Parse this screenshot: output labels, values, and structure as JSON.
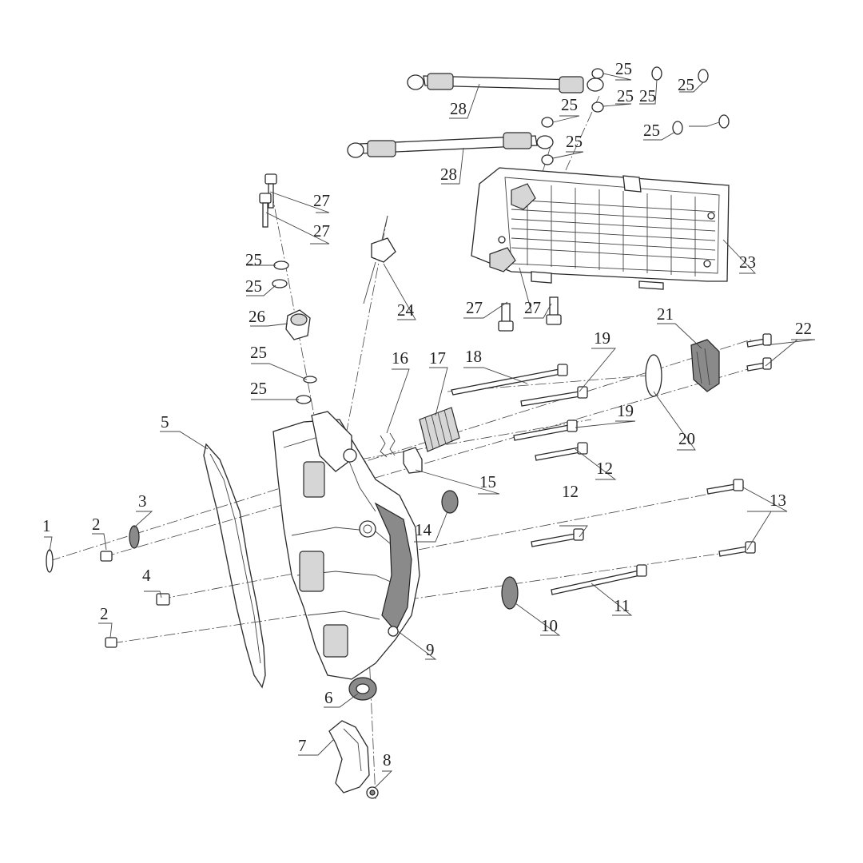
{
  "labels": {
    "p1": "1",
    "p2a": "2",
    "p2b": "2",
    "p3": "3",
    "p4": "4",
    "p5": "5",
    "p6": "6",
    "p7": "7",
    "p8": "8",
    "p9": "9",
    "p10": "10",
    "p11": "11",
    "p12a": "12",
    "p12b": "12",
    "p13": "13",
    "p14": "14",
    "p15": "15",
    "p16": "16",
    "p17": "17",
    "p18": "18",
    "p19a": "19",
    "p19b": "19",
    "p20": "20",
    "p21": "21",
    "p22": "22",
    "p23": "23",
    "p24": "24",
    "p25a": "25",
    "p25b": "25",
    "p25c": "25",
    "p25d": "25",
    "p25e": "25",
    "p25f": "25",
    "p25g": "25",
    "p25h": "25",
    "p25i": "25",
    "p25j": "25",
    "p25k": "25",
    "p26": "26",
    "p27a": "27",
    "p27b": "27",
    "p27c": "27",
    "p27d": "27",
    "p28a": "28",
    "p28b": "28"
  },
  "colors": {
    "line": "#333333",
    "background": "#ffffff"
  }
}
